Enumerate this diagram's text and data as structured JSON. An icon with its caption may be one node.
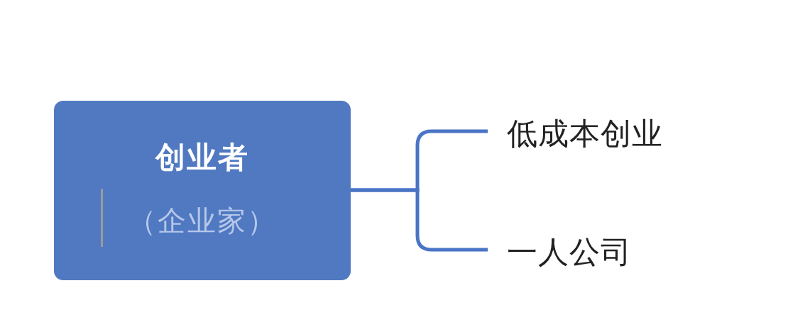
{
  "diagram": {
    "nodes": [
      {
        "text": [
          "创业者",
          "（企业家）"
        ]
      },
      {
        "text": [
          "低成本创业"
        ]
      },
      {
        "text": [
          "一人公司"
        ]
      }
    ],
    "edges": [
      {
        "from": 0,
        "to": 1,
        "arrow": "none"
      },
      {
        "from": 0,
        "to": 2,
        "arrow": "none"
      }
    ]
  }
}
